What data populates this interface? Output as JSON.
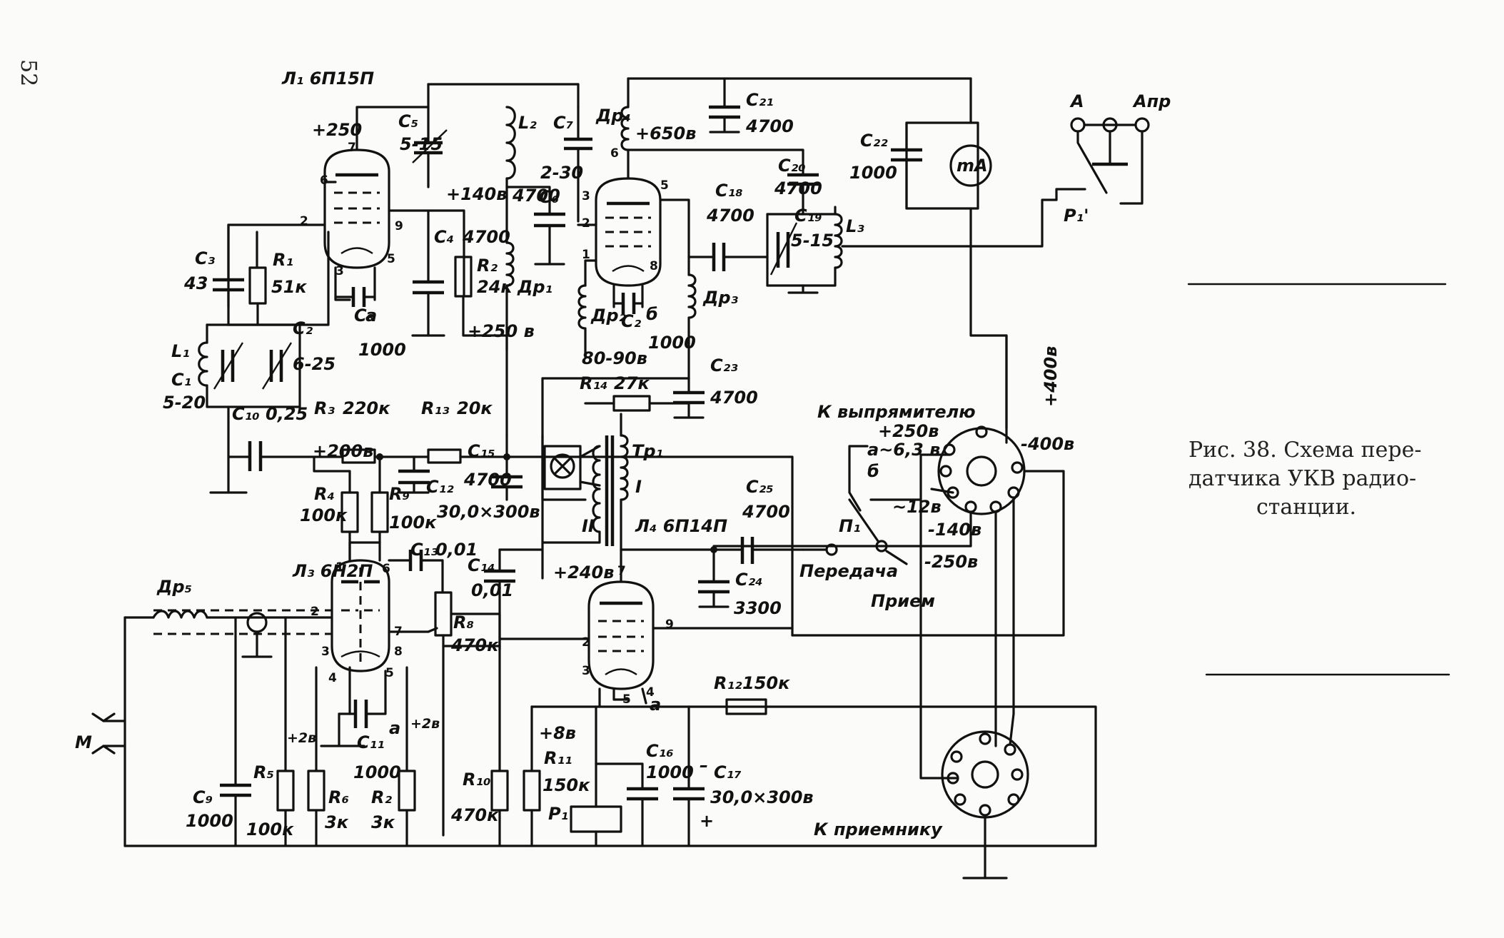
{
  "page_number": "52",
  "caption": {
    "lines": [
      "Рис. 38. Схема пере-",
      "датчика  УКВ радио-",
      "станции."
    ]
  },
  "tubes": {
    "L1": "Л₁ 6П15П",
    "L2": "Л₃ 6Н2П",
    "L4": "Л₄ 6П14П"
  },
  "components": {
    "C1": [
      "C₁",
      "5-20"
    ],
    "C2": [
      "C₂",
      "6-25"
    ],
    "C3": [
      "C₃",
      "43"
    ],
    "C4": [
      "C₄",
      "4700"
    ],
    "C5": [
      "C₅",
      "5-15"
    ],
    "C6": [
      "C₆",
      "4700"
    ],
    "C7": [
      "C₇",
      "2-30"
    ],
    "C8": [
      "C₈",
      "1000"
    ],
    "C9": [
      "C₉",
      "1000"
    ],
    "C10": [
      "C₁₀",
      "0,25"
    ],
    "C11": [
      "C₁₁",
      "1000"
    ],
    "C12": [
      "C₁₂",
      "30,0×300в"
    ],
    "C13": [
      "C₁₃",
      "0,01"
    ],
    "C14": [
      "C₁₄",
      "0,01"
    ],
    "C15": [
      "C₁₅",
      "4700"
    ],
    "C16": [
      "C₁₆",
      "1000"
    ],
    "C17": [
      "C₁₇",
      "30,0×300в"
    ],
    "C18": [
      "C₁₈",
      "4700"
    ],
    "C19": [
      "C₁₉",
      "5-15"
    ],
    "C20": [
      "C₂₀",
      "4700"
    ],
    "C21": [
      "C₂₁",
      "4700"
    ],
    "C22": [
      "C₂₂",
      "1000"
    ],
    "C23": [
      "C₂₃",
      "4700"
    ],
    "C24": [
      "C₂₄",
      "3300"
    ],
    "C25": [
      "C₂₅",
      "4700"
    ],
    "C2b": [
      "C₂",
      "1000"
    ],
    "R1": [
      "R₁",
      "51к"
    ],
    "R2": [
      "R₂",
      "24к"
    ],
    "R2b": [
      "R₂",
      "3к"
    ],
    "R3": [
      "R₃",
      "220к"
    ],
    "R4": [
      "R₄",
      "100к"
    ],
    "R5": [
      "R₅",
      "100к"
    ],
    "R6": [
      "R₆",
      "3к"
    ],
    "R8": [
      "R₈",
      "470к"
    ],
    "R9": [
      "R₉",
      "100к"
    ],
    "R10": [
      "R₁₀",
      "470к"
    ],
    "R11": [
      "R₁₁",
      "150к"
    ],
    "R12": [
      "R₁₂",
      "150к"
    ],
    "R13": [
      "R₁₃",
      "20к"
    ],
    "R14": [
      "R₁₄",
      "27к"
    ],
    "L1": "L₁",
    "L2": "L₂",
    "L3": "L₃",
    "Dr1": "Др₁",
    "Dr2": "Др₂",
    "Dr3": "Др₃",
    "Dr4": "Др₄",
    "Dr5": "Др₅",
    "Tr1": "Тр₁",
    "P1": "Р₁",
    "P1b": "Р₁'",
    "Pi1": "П₁",
    "mA": "mA",
    "M": "М",
    "A": "А",
    "Apr": "Апр"
  },
  "voltages": {
    "v250": "+250",
    "v140": "+140в",
    "v250b": "+250 в",
    "v650": "+650в",
    "v200": "+200в",
    "v240": "+240в",
    "v8": "+8в",
    "v2a": "+2в",
    "v2b": "+2в",
    "v8090": "80-90в",
    "v400": "+400в",
    "v400n": "-400в",
    "v250p": "+250в",
    "v63": "а~6,3 в",
    "v12": "~12в",
    "v140n": "-140в",
    "v250n": "-250в",
    "b": "б",
    "a1": "а",
    "a2": "а",
    "b2": "б",
    "a3": "а"
  },
  "switch": {
    "tx": "Передача",
    "rx": "Прием",
    "rect": "К выпрямителю",
    "rcv": "К приемнику",
    "I": "I",
    "II": "II"
  }
}
